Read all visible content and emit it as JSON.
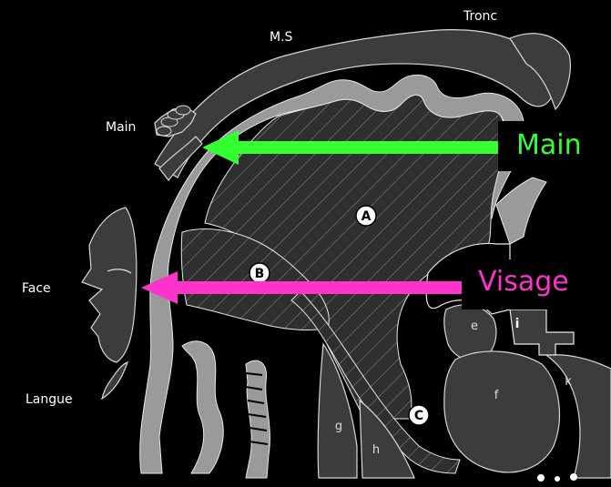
{
  "labels": {
    "tronc": "Tronc",
    "ms": "M.S",
    "main": "Main",
    "face": "Face",
    "langue": "Langue"
  },
  "region_labels": {
    "a": "A",
    "b": "B",
    "c": "C",
    "e": "e",
    "i": "i",
    "f": "f",
    "k": "k",
    "g": "g",
    "h": "h"
  },
  "callouts": {
    "main": "Main",
    "visage": "Visage"
  },
  "colors": {
    "background": "#000000",
    "cortex_gray": "#9a9a9a",
    "dark_gray": "#3c3c3c",
    "green_arrow": "#33ff33",
    "pink_arrow": "#ff33cc",
    "outline": "#e8e8e8"
  }
}
